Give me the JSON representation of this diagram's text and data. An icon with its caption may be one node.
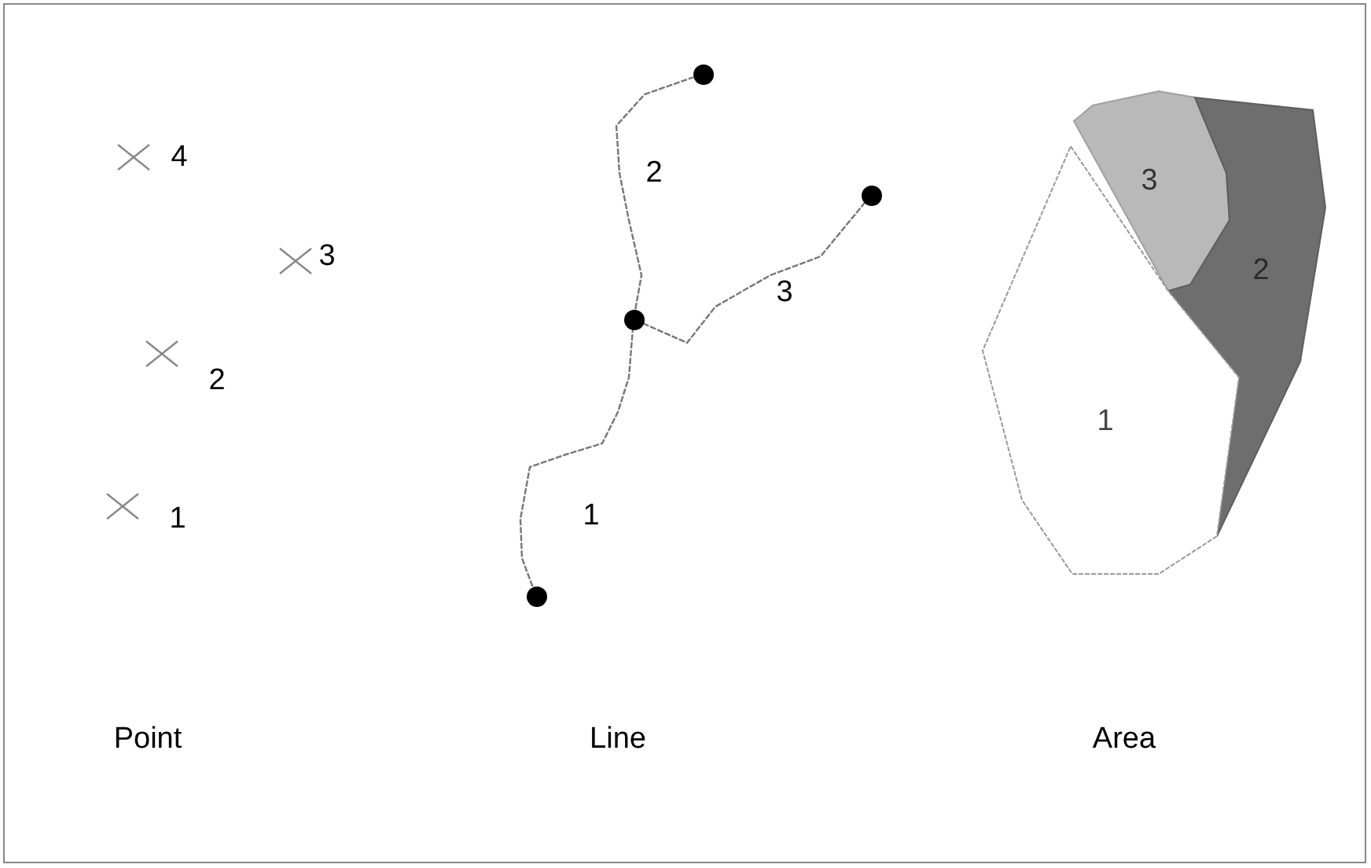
{
  "diagram": {
    "nodes": [
      {
        "text": [],
        "shape": "circle"
      },
      {
        "text": [],
        "shape": "circle"
      },
      {
        "text": [],
        "shape": "circle"
      },
      {
        "text": [],
        "shape": "circle"
      },
      {
        "text": [
          "3"
        ]
      },
      {
        "text": [
          "2"
        ]
      },
      {
        "text": [
          "1"
        ]
      }
    ],
    "edges": [
      {
        "from": 3,
        "to": 2,
        "arrow": "none",
        "label": "1"
      },
      {
        "from": 2,
        "to": 0,
        "arrow": "none",
        "label": "2"
      },
      {
        "from": 2,
        "to": 1,
        "arrow": "none",
        "label": "3"
      }
    ],
    "labels": [
      "4",
      "3",
      "2",
      "1",
      "Point",
      "Line",
      "Area"
    ]
  }
}
